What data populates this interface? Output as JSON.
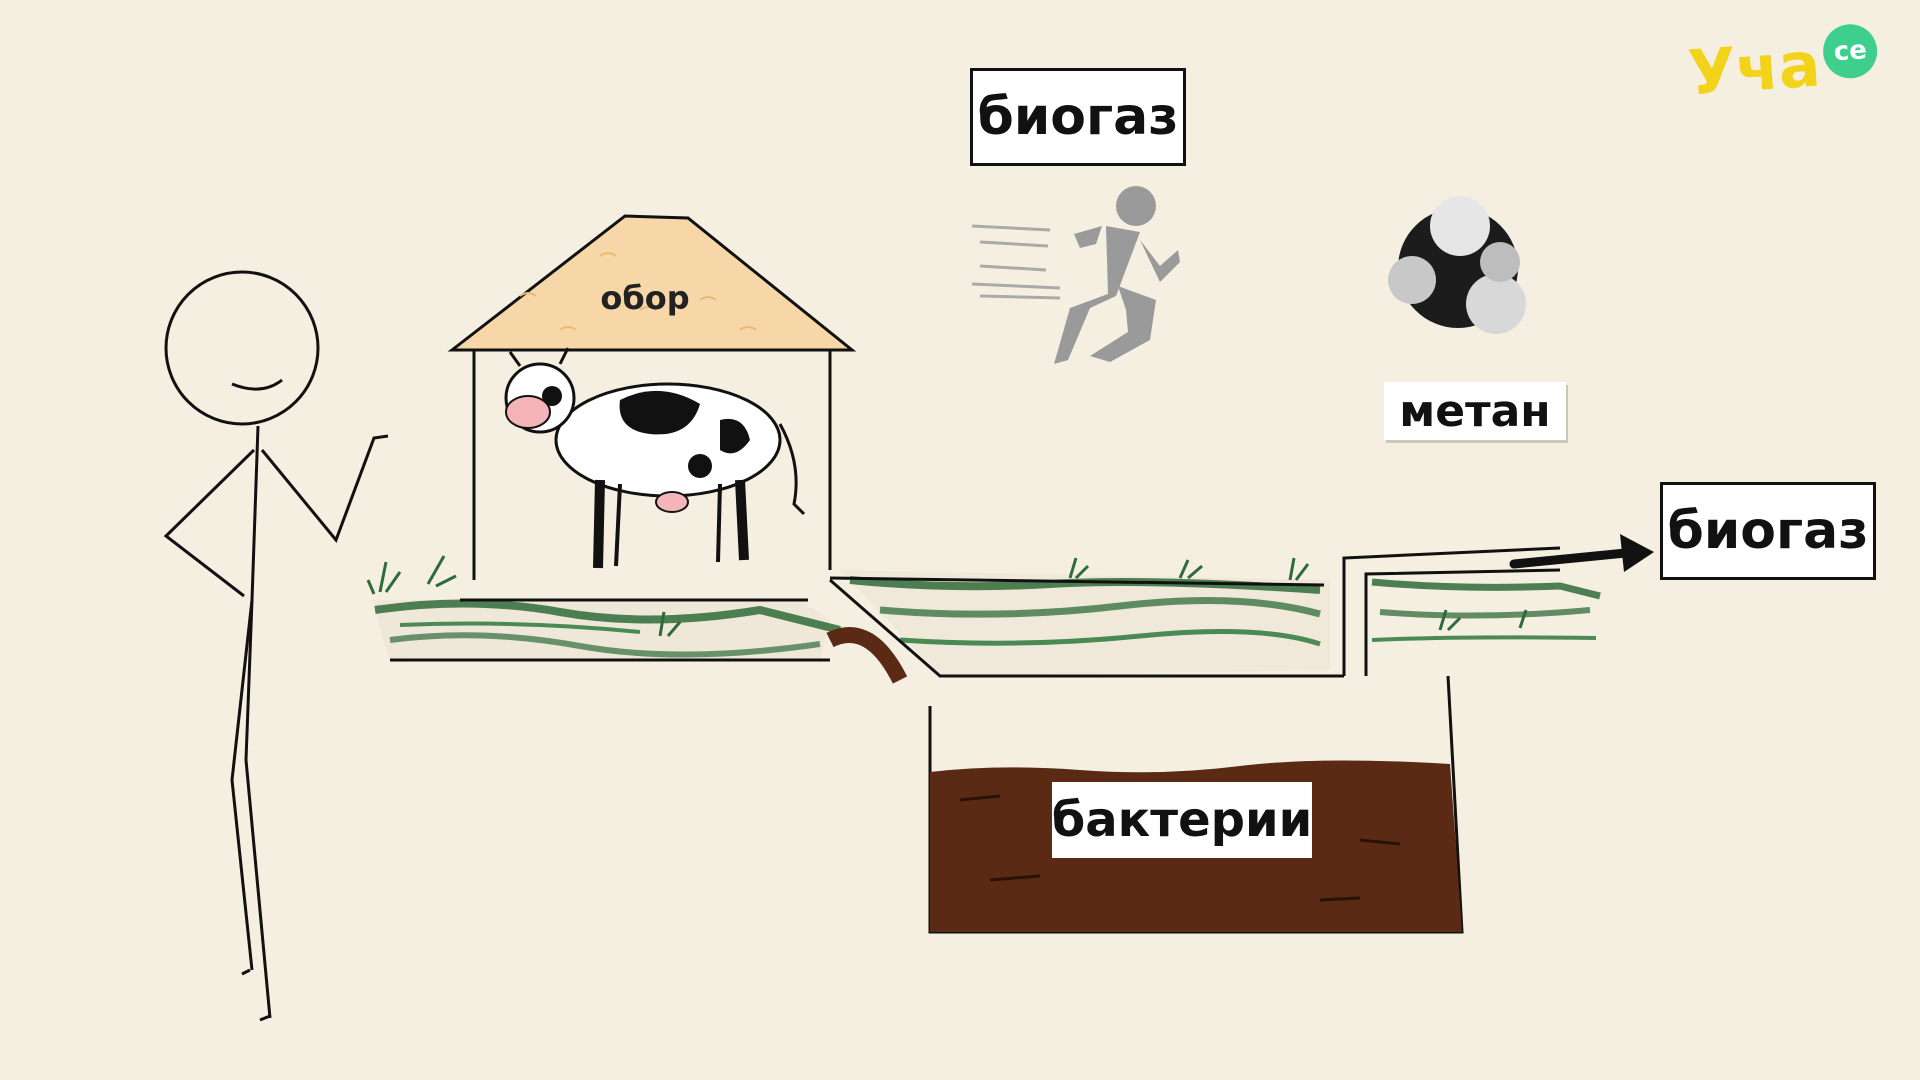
{
  "logo": {
    "text": "Уча",
    "badge": "се"
  },
  "labels": {
    "biogas_top": "биогаз",
    "biogas_right": "биогаз",
    "methane": "метан",
    "bacteria": "бактерии",
    "barn": "обор"
  },
  "icons": [
    "stick-figure-icon",
    "barn-icon",
    "cow-icon",
    "running-person-icon",
    "methane-molecule-icon",
    "arrow-right-icon"
  ],
  "colors": {
    "background": "#f5efe2",
    "roof": "#f7d7a8",
    "grass": "#2f6b3a",
    "manure": "#5a2a14",
    "logo_yellow": "#f3d21a",
    "logo_green": "#3ecf8e",
    "runner": "#9a9a9a"
  }
}
